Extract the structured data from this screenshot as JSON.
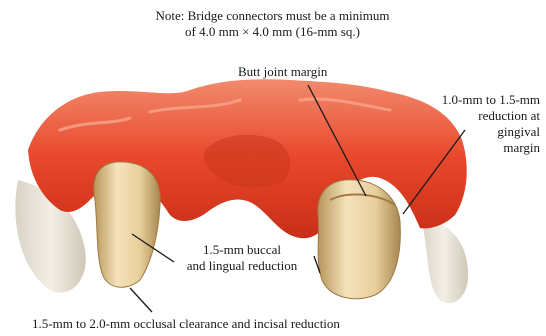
{
  "note": {
    "line1": "Note: Bridge connectors must be a minimum",
    "line2": "of 4.0 mm × 4.0 mm (16-mm sq.)"
  },
  "labels": {
    "butt_joint": "Butt joint margin",
    "gingival_line1": "1.0-mm to 1.5-mm",
    "gingival_line2": "reduction at",
    "gingival_line3": "gingival",
    "gingival_line4": "margin",
    "buccal_line1": "1.5-mm buccal",
    "buccal_line2": "and lingual reduction",
    "occlusal": "1.5-mm to 2.0-mm occlusal clearance and incisal reduction"
  },
  "colors": {
    "gingiva": "#e8472b",
    "gingiva_light": "#f27a5c",
    "tooth": "#e9d3a4",
    "tooth_shade": "#c9a86c",
    "bone": "#ece7dc"
  }
}
